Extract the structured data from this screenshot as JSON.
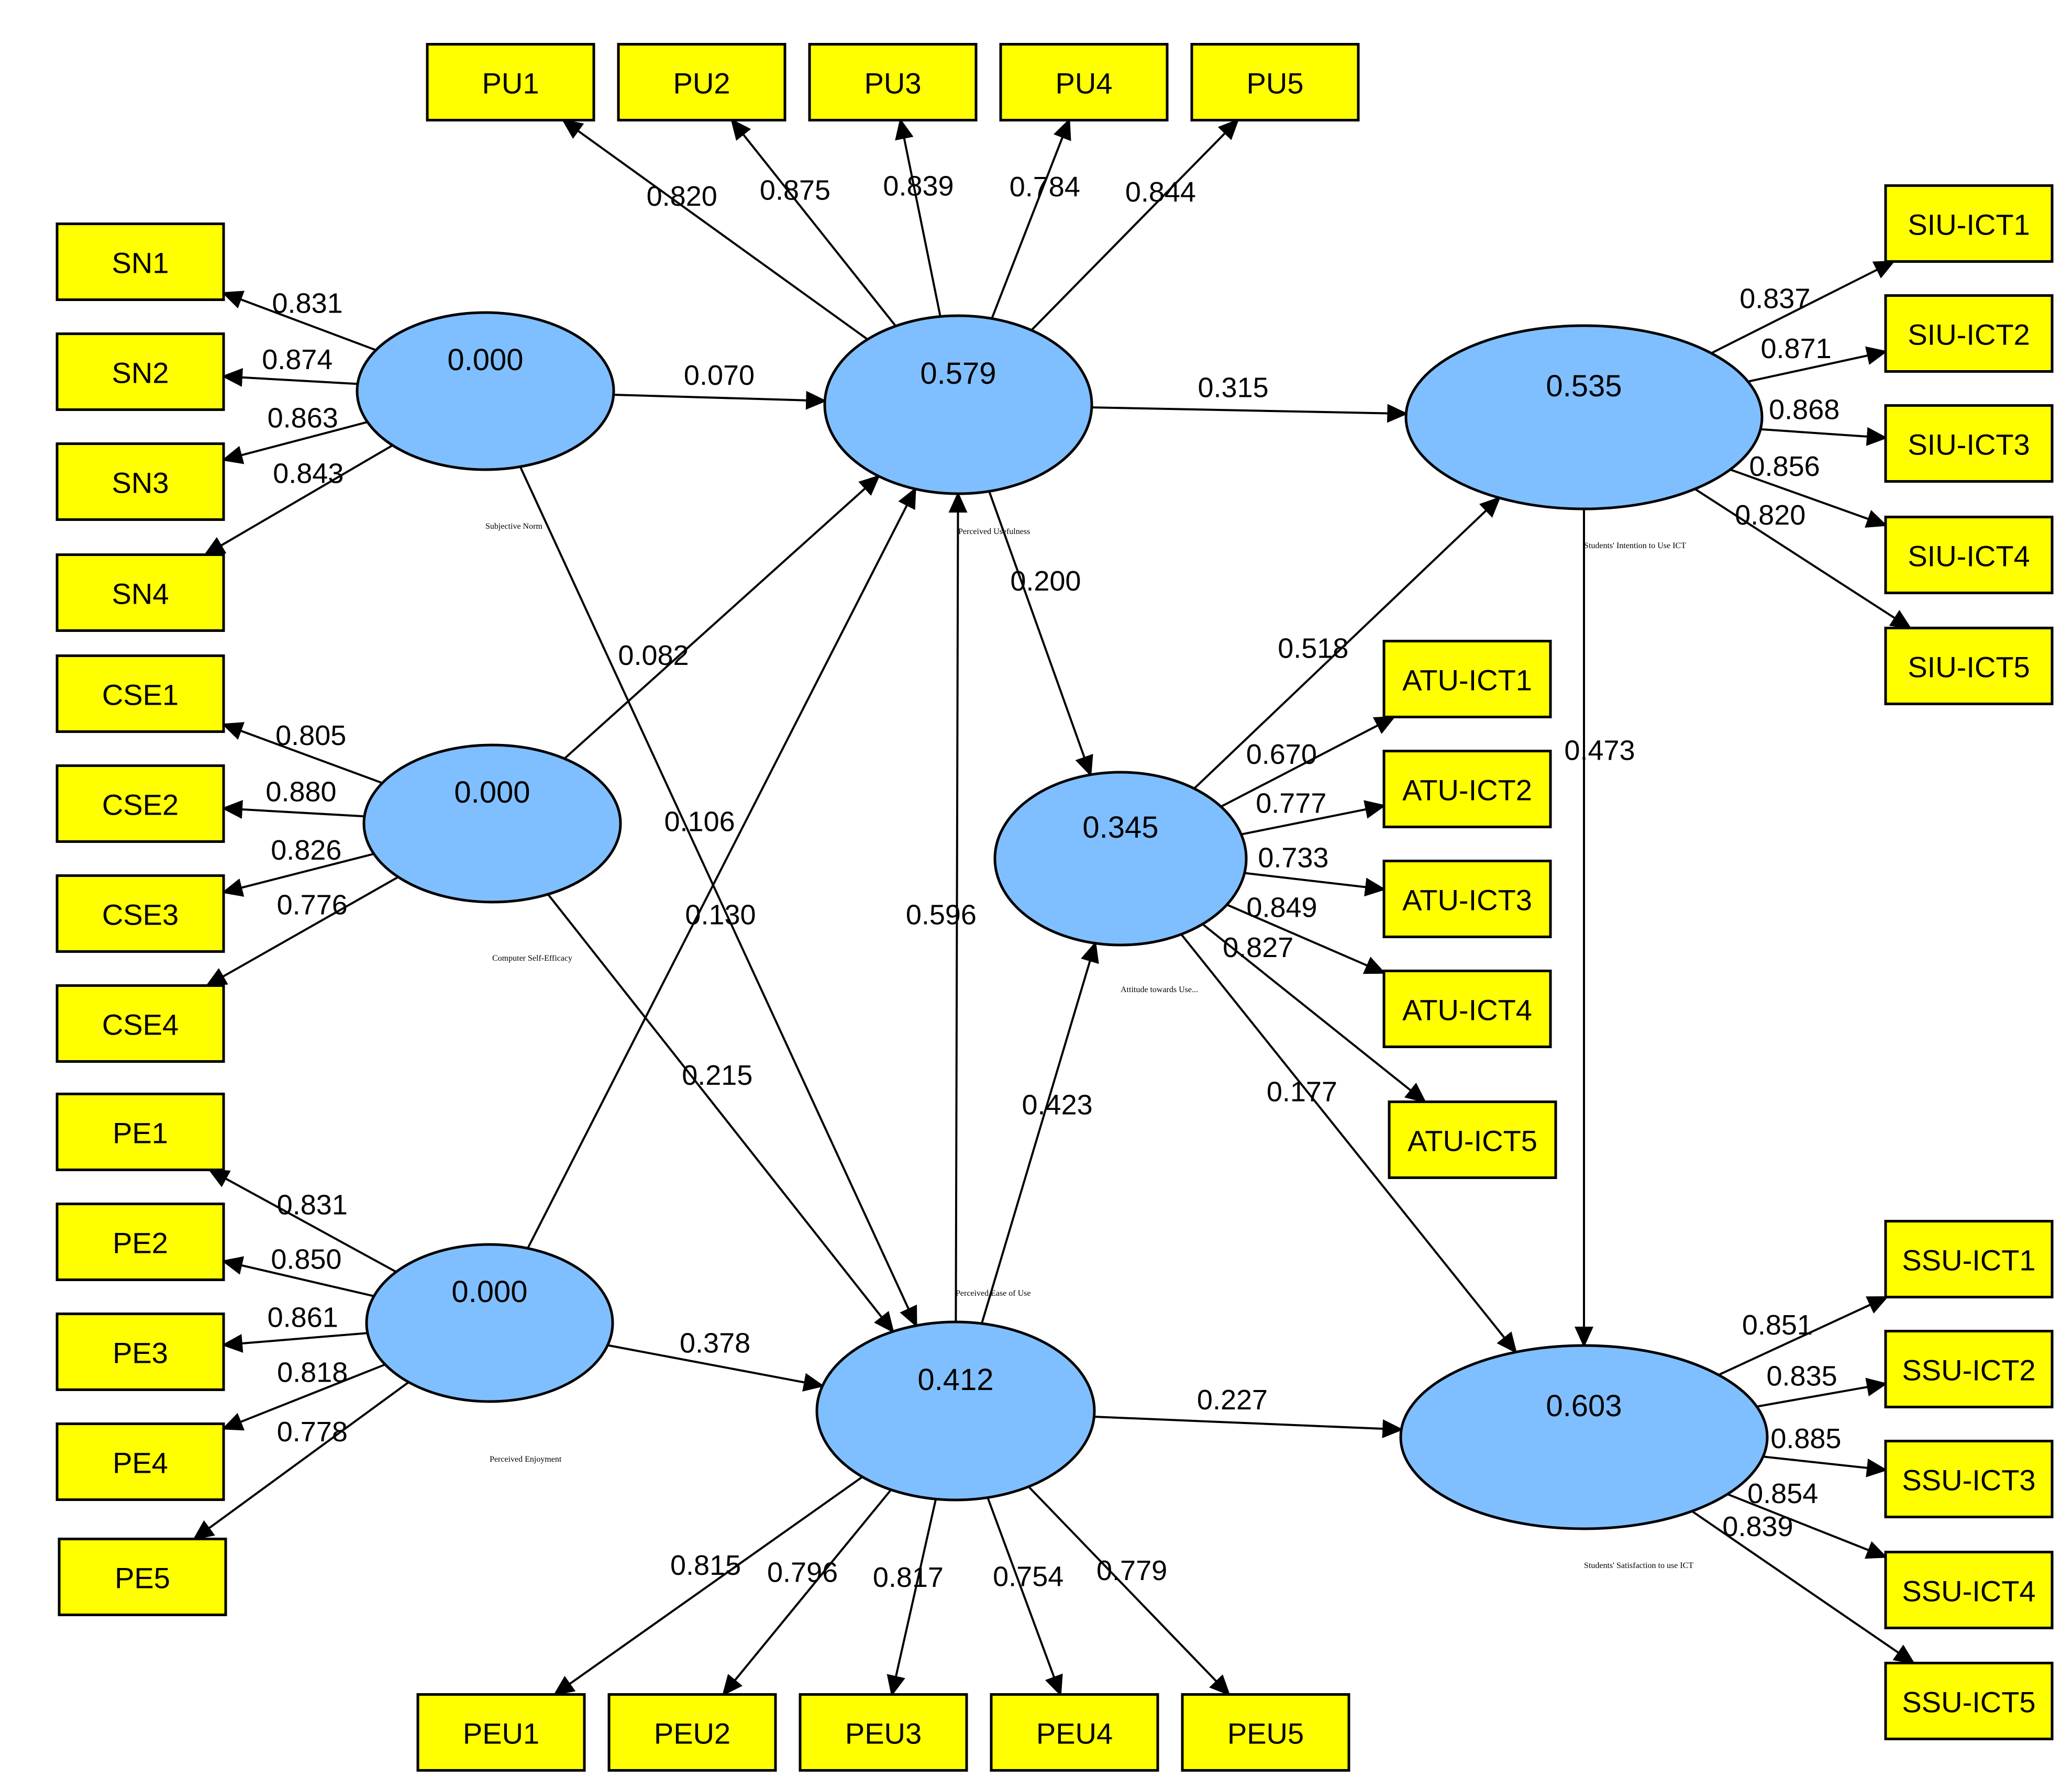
{
  "diagram": {
    "colors": {
      "indicator_fill": "#ffff00",
      "latent_fill": "#80bfff",
      "line": "#000000"
    },
    "latents": [
      {
        "id": "SN",
        "name": "Subjective Norm",
        "r2": "0.000"
      },
      {
        "id": "CSE",
        "name": "Computer Self-Efficacy",
        "r2": "0.000"
      },
      {
        "id": "PE",
        "name": "Perceived Enjoyment",
        "r2": "0.000"
      },
      {
        "id": "PU",
        "name": "Perceived Usefulness",
        "r2": "0.579"
      },
      {
        "id": "PEU",
        "name": "Perceived Ease of Use",
        "r2": "0.412"
      },
      {
        "id": "ATU",
        "name": "Attitude towards Use...",
        "r2": "0.345"
      },
      {
        "id": "SIU",
        "name": "Students' Intention to Use ICT",
        "r2": "0.535"
      },
      {
        "id": "SSU",
        "name": "Students' Satisfaction to use ICT",
        "r2": "0.603"
      }
    ],
    "indicators": [
      {
        "id": "PU1",
        "label": "PU1"
      },
      {
        "id": "PU2",
        "label": "PU2"
      },
      {
        "id": "PU3",
        "label": "PU3"
      },
      {
        "id": "PU4",
        "label": "PU4"
      },
      {
        "id": "PU5",
        "label": "PU5"
      },
      {
        "id": "SN1",
        "label": "SN1"
      },
      {
        "id": "SN2",
        "label": "SN2"
      },
      {
        "id": "SN3",
        "label": "SN3"
      },
      {
        "id": "SN4",
        "label": "SN4"
      },
      {
        "id": "CSE1",
        "label": "CSE1"
      },
      {
        "id": "CSE2",
        "label": "CSE2"
      },
      {
        "id": "CSE3",
        "label": "CSE3"
      },
      {
        "id": "CSE4",
        "label": "CSE4"
      },
      {
        "id": "PE1",
        "label": "PE1"
      },
      {
        "id": "PE2",
        "label": "PE2"
      },
      {
        "id": "PE3",
        "label": "PE3"
      },
      {
        "id": "PE4",
        "label": "PE4"
      },
      {
        "id": "PE5",
        "label": "PE5"
      },
      {
        "id": "PEU1",
        "label": "PEU1"
      },
      {
        "id": "PEU2",
        "label": "PEU2"
      },
      {
        "id": "PEU3",
        "label": "PEU3"
      },
      {
        "id": "PEU4",
        "label": "PEU4"
      },
      {
        "id": "PEU5",
        "label": "PEU5"
      },
      {
        "id": "ATU1",
        "label": "ATU-ICT1"
      },
      {
        "id": "ATU2",
        "label": "ATU-ICT2"
      },
      {
        "id": "ATU3",
        "label": "ATU-ICT3"
      },
      {
        "id": "ATU4",
        "label": "ATU-ICT4"
      },
      {
        "id": "ATU5",
        "label": "ATU-ICT5"
      },
      {
        "id": "SIU1",
        "label": "SIU-ICT1"
      },
      {
        "id": "SIU2",
        "label": "SIU-ICT2"
      },
      {
        "id": "SIU3",
        "label": "SIU-ICT3"
      },
      {
        "id": "SIU4",
        "label": "SIU-ICT4"
      },
      {
        "id": "SIU5",
        "label": "SIU-ICT5"
      },
      {
        "id": "SSU1",
        "label": "SSU-ICT1"
      },
      {
        "id": "SSU2",
        "label": "SSU-ICT2"
      },
      {
        "id": "SSU3",
        "label": "SSU-ICT3"
      },
      {
        "id": "SSU4",
        "label": "SSU-ICT4"
      },
      {
        "id": "SSU5",
        "label": "SSU-ICT5"
      }
    ],
    "loadings": [
      {
        "from": "PU",
        "to": "PU1",
        "value": "0.820"
      },
      {
        "from": "PU",
        "to": "PU2",
        "value": "0.875"
      },
      {
        "from": "PU",
        "to": "PU3",
        "value": "0.839"
      },
      {
        "from": "PU",
        "to": "PU4",
        "value": "0.784"
      },
      {
        "from": "PU",
        "to": "PU5",
        "value": "0.844"
      },
      {
        "from": "SN",
        "to": "SN1",
        "value": "0.831"
      },
      {
        "from": "SN",
        "to": "SN2",
        "value": "0.874"
      },
      {
        "from": "SN",
        "to": "SN3",
        "value": "0.863"
      },
      {
        "from": "SN",
        "to": "SN4",
        "value": "0.843"
      },
      {
        "from": "CSE",
        "to": "CSE1",
        "value": "0.805"
      },
      {
        "from": "CSE",
        "to": "CSE2",
        "value": "0.880"
      },
      {
        "from": "CSE",
        "to": "CSE3",
        "value": "0.826"
      },
      {
        "from": "CSE",
        "to": "CSE4",
        "value": "0.776"
      },
      {
        "from": "PE",
        "to": "PE1",
        "value": "0.831"
      },
      {
        "from": "PE",
        "to": "PE2",
        "value": "0.850"
      },
      {
        "from": "PE",
        "to": "PE3",
        "value": "0.861"
      },
      {
        "from": "PE",
        "to": "PE4",
        "value": "0.818"
      },
      {
        "from": "PE",
        "to": "PE5",
        "value": "0.778"
      },
      {
        "from": "PEU",
        "to": "PEU1",
        "value": "0.815"
      },
      {
        "from": "PEU",
        "to": "PEU2",
        "value": "0.796"
      },
      {
        "from": "PEU",
        "to": "PEU3",
        "value": "0.817"
      },
      {
        "from": "PEU",
        "to": "PEU4",
        "value": "0.754"
      },
      {
        "from": "PEU",
        "to": "PEU5",
        "value": "0.779"
      },
      {
        "from": "ATU",
        "to": "ATU1",
        "value": "0.670"
      },
      {
        "from": "ATU",
        "to": "ATU2",
        "value": "0.777"
      },
      {
        "from": "ATU",
        "to": "ATU3",
        "value": "0.733"
      },
      {
        "from": "ATU",
        "to": "ATU4",
        "value": "0.849"
      },
      {
        "from": "ATU",
        "to": "ATU5",
        "value": "0.827"
      },
      {
        "from": "SIU",
        "to": "SIU1",
        "value": "0.837"
      },
      {
        "from": "SIU",
        "to": "SIU2",
        "value": "0.871"
      },
      {
        "from": "SIU",
        "to": "SIU3",
        "value": "0.868"
      },
      {
        "from": "SIU",
        "to": "SIU4",
        "value": "0.856"
      },
      {
        "from": "SIU",
        "to": "SIU5",
        "value": "0.820"
      },
      {
        "from": "SSU",
        "to": "SSU1",
        "value": "0.851"
      },
      {
        "from": "SSU",
        "to": "SSU2",
        "value": "0.835"
      },
      {
        "from": "SSU",
        "to": "SSU3",
        "value": "0.885"
      },
      {
        "from": "SSU",
        "to": "SSU4",
        "value": "0.854"
      },
      {
        "from": "SSU",
        "to": "SSU5",
        "value": "0.839"
      }
    ],
    "paths": [
      {
        "from": "SN",
        "to": "PU",
        "value": "0.070"
      },
      {
        "from": "CSE",
        "to": "PU",
        "value": "0.082"
      },
      {
        "from": "PE",
        "to": "PU",
        "value": "0.130"
      },
      {
        "from": "SN",
        "to": "PEU",
        "value": "0.106"
      },
      {
        "from": "CSE",
        "to": "PEU",
        "value": "0.215"
      },
      {
        "from": "PE",
        "to": "PEU",
        "value": "0.378"
      },
      {
        "from": "PEU",
        "to": "PU",
        "value": "0.596"
      },
      {
        "from": "PU",
        "to": "ATU",
        "value": "0.200"
      },
      {
        "from": "PEU",
        "to": "ATU",
        "value": "0.423"
      },
      {
        "from": "PU",
        "to": "SIU",
        "value": "0.315"
      },
      {
        "from": "ATU",
        "to": "SIU",
        "value": "0.518"
      },
      {
        "from": "ATU",
        "to": "SSU",
        "value": "0.177"
      },
      {
        "from": "SIU",
        "to": "SSU",
        "value": "0.473"
      },
      {
        "from": "PEU",
        "to": "SSU",
        "value": "0.227"
      }
    ]
  }
}
